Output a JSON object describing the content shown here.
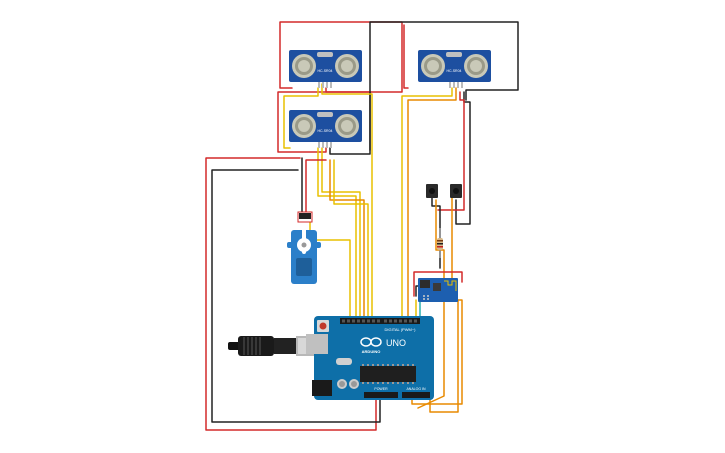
{
  "sensors": [
    {
      "model": "HC-SR04"
    },
    {
      "model": "HC-SR04"
    },
    {
      "model": "HC-SR04"
    }
  ],
  "arduino": {
    "brand": "ARDUINO",
    "model": "UNO",
    "digital_label": "DIGITAL (PWM~)",
    "power_label": "POWER",
    "analog_label": "ANALOG IN"
  },
  "colors": {
    "wire_red": "#d42a2a",
    "wire_black": "#222222",
    "wire_yellow": "#e8c000",
    "wire_orange": "#e88a00",
    "board_blue": "#0e6fa8",
    "sensor_blue": "#1d4fa0",
    "servo_blue": "#2b7fc9"
  }
}
